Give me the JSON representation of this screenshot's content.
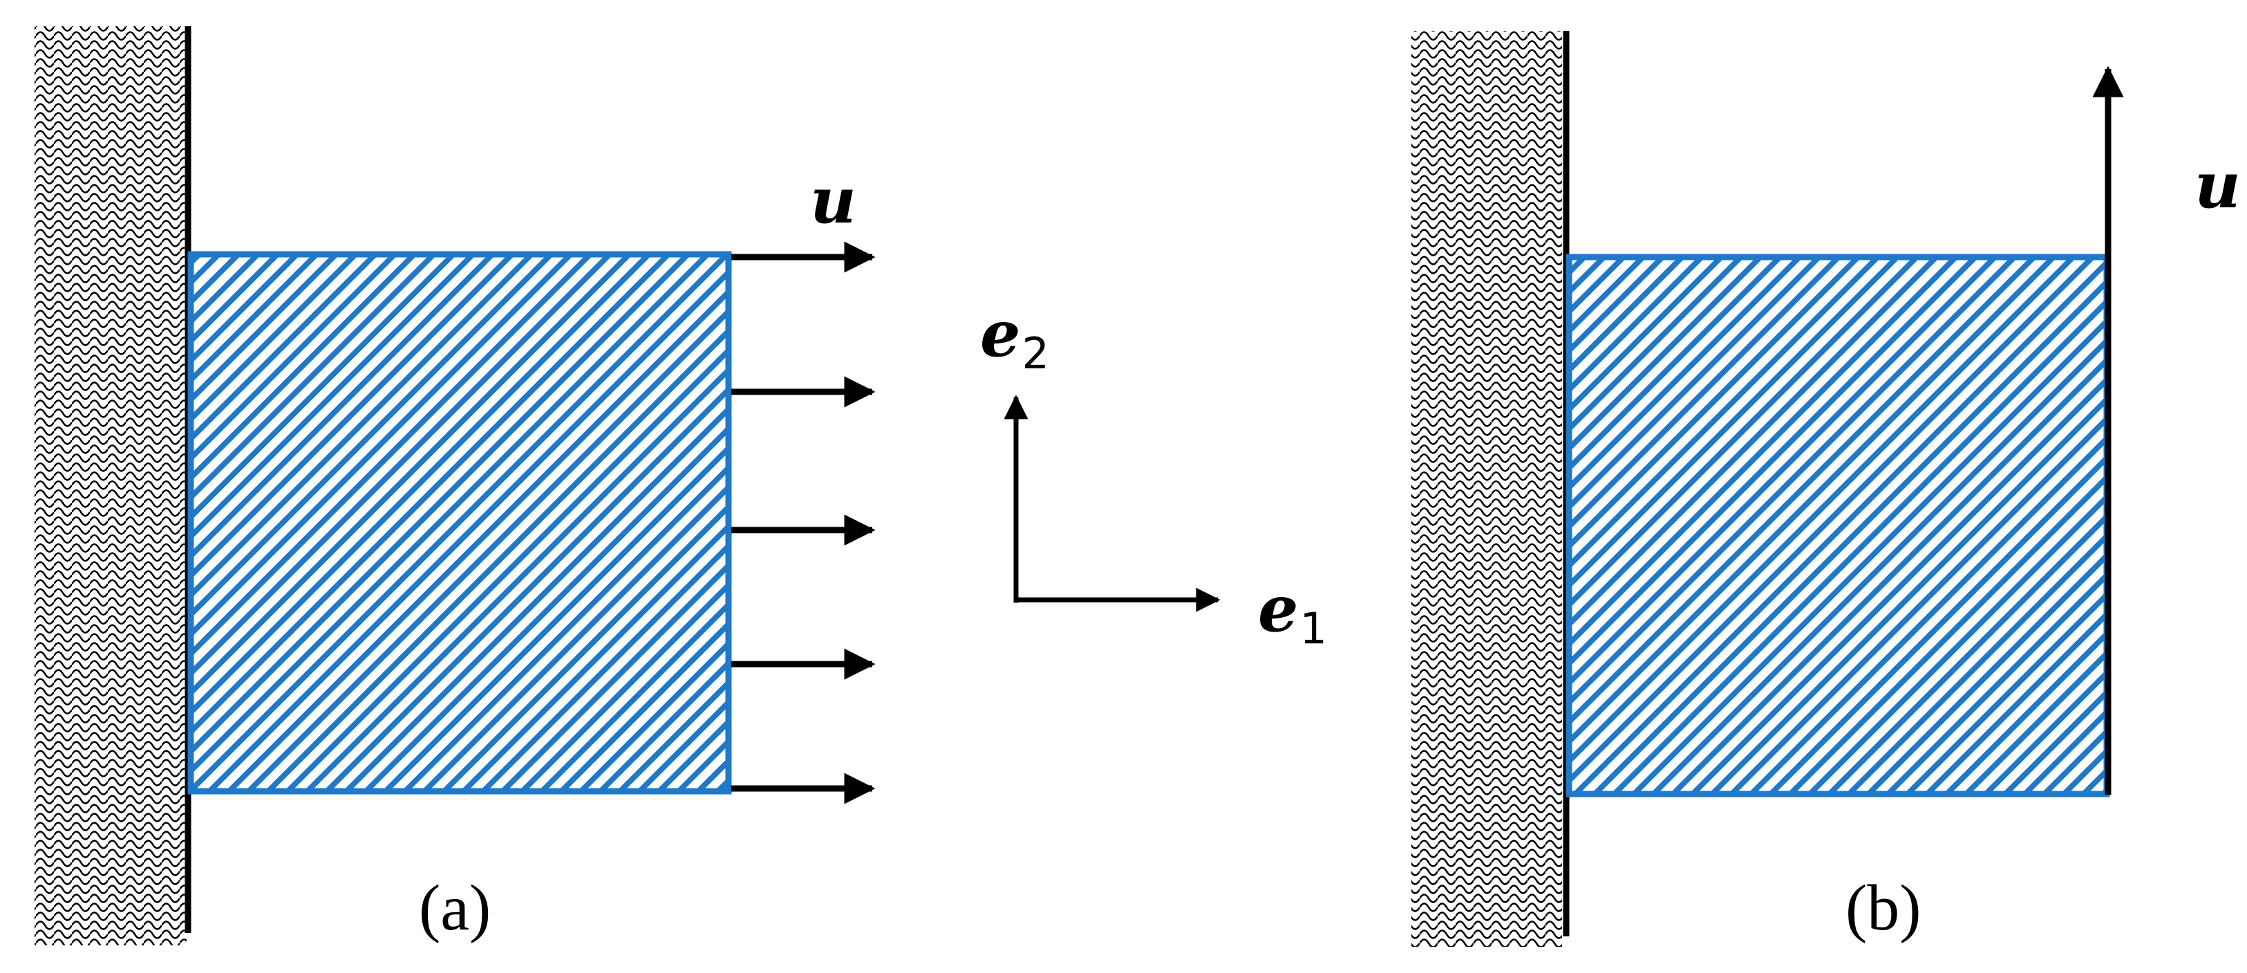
{
  "panels": [
    {
      "caption": "(a)",
      "load_label": "u",
      "load_direction": "horizontal"
    },
    {
      "caption": "(b)",
      "load_label": "u",
      "load_direction": "vertical"
    }
  ],
  "axes": {
    "e1_symbol": "e",
    "e1_index": "1",
    "e2_symbol": "e",
    "e2_index": "2"
  },
  "colors": {
    "body_outline": "#1f78c8",
    "hatch": "#1f78c8",
    "wall": "#000000",
    "arrows": "#000000"
  },
  "icons": {
    "wall": "fixed-wall-hatch-icon",
    "load": "arrow-icon"
  }
}
